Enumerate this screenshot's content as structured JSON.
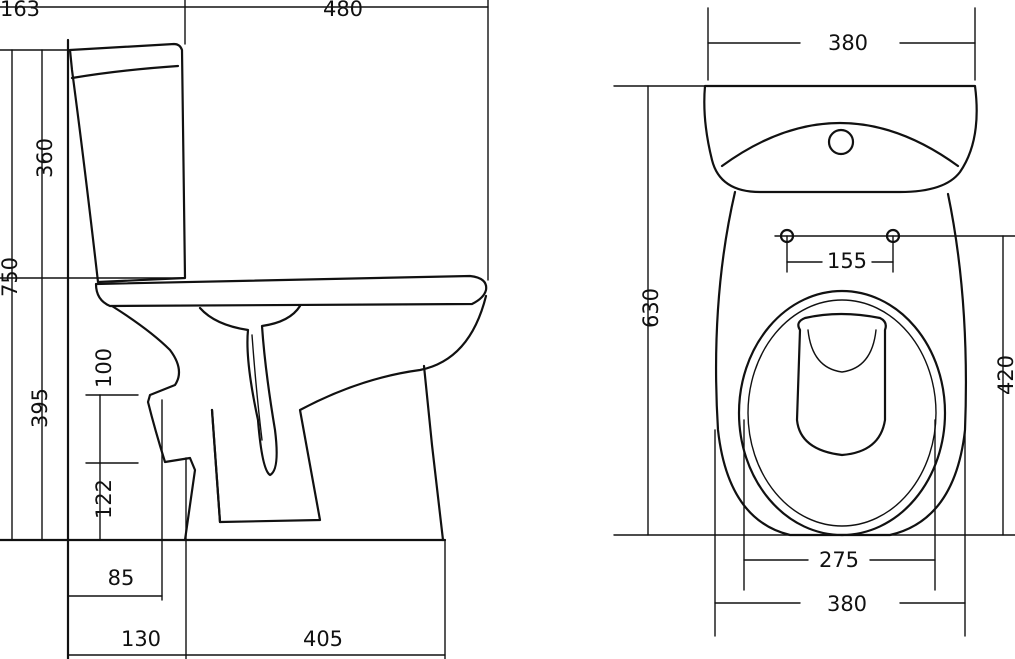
{
  "side_view": {
    "dims": {
      "tank_setback": "163",
      "depth": "480",
      "tank_height": "360",
      "total_height": "750",
      "seat_height": "395",
      "inlet_height": "100",
      "outlet_height": "122",
      "outlet_offset": "85",
      "base_offset": "130",
      "base_length": "405"
    }
  },
  "top_view": {
    "dims": {
      "tank_width": "380",
      "length": "630",
      "bolt_spacing": "155",
      "bowl_length": "420",
      "bowl_width": "275",
      "base_width": "380"
    }
  }
}
